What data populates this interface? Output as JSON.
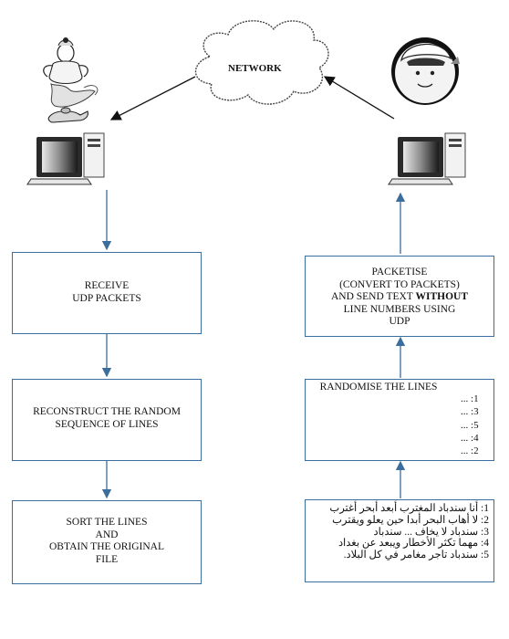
{
  "network": {
    "label": "NETWORK"
  },
  "left": {
    "receive": [
      "RECEIVE",
      "UDP PACKETS"
    ],
    "reconstruct": [
      "RECONSTRUCT THE RANDOM",
      "SEQUENCE OF LINES"
    ],
    "sort": [
      "SORT THE LINES",
      "AND",
      "OBTAIN THE ORIGINAL",
      "FILE"
    ]
  },
  "right": {
    "packetise": {
      "line1": "PACKETISE",
      "line2": "(CONVERT TO PACKETS)",
      "line3_a": "AND SEND TEXT ",
      "line3_b": "WITHOUT",
      "line4": "LINE NUMBERS USING",
      "line5": "UDP"
    },
    "randomise": {
      "title": "RANDOMISE THE LINES",
      "sequence": [
        "1: ...",
        "3: ...",
        "5: ...",
        "4: ...",
        "2: ..."
      ]
    },
    "poem": [
      "1: أنا سندباد المغترب أبعد أبحر أغترب",
      "2: لا أهاب البحر أبدا حين يعلو ويقترب",
      "3: سندباد لا يخاف ... سندباد",
      "4: مهما تكثر الأخطار ويبعد عن بغداد",
      "5: سندباد تاجر مغامر في كل البلاد."
    ]
  }
}
